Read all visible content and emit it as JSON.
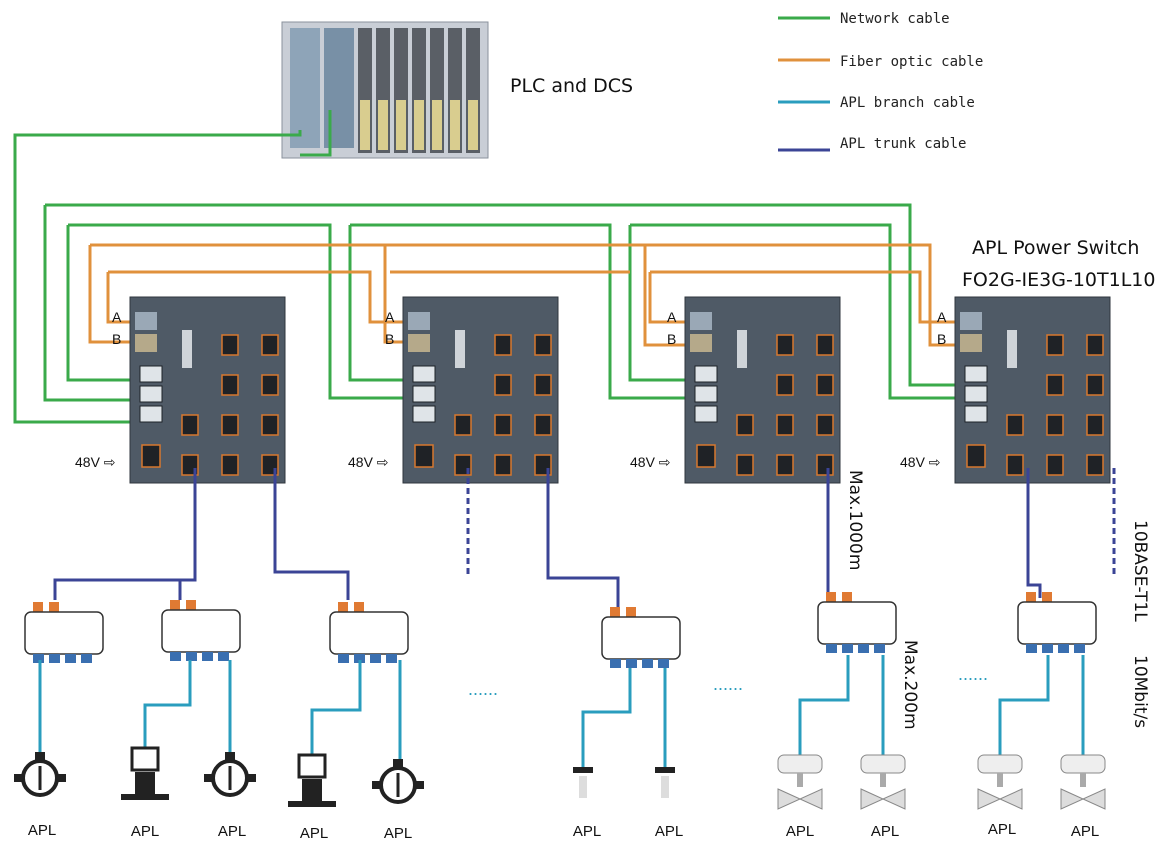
{
  "legend": [
    {
      "label": "Network cable",
      "color": "#3aaa4a"
    },
    {
      "label": "Fiber optic cable",
      "color": "#e0913c"
    },
    {
      "label": "APL branch cable",
      "color": "#2a9dbe"
    },
    {
      "label": "APL trunk cable",
      "color": "#3b4496"
    }
  ],
  "plc_label": "PLC and DCS",
  "switch_title": "APL Power Switch",
  "switch_model": "FO2G-IE3G-10T1L10",
  "port_a": "A",
  "port_b": "B",
  "power_label": "48V ⇨",
  "max_trunk": "Max.1000m",
  "max_branch": "Max.200m",
  "spec_line1": "10BASE-T1L",
  "spec_line2": "10Mbit/s",
  "device_label": "APL",
  "ellipsis": "......"
}
